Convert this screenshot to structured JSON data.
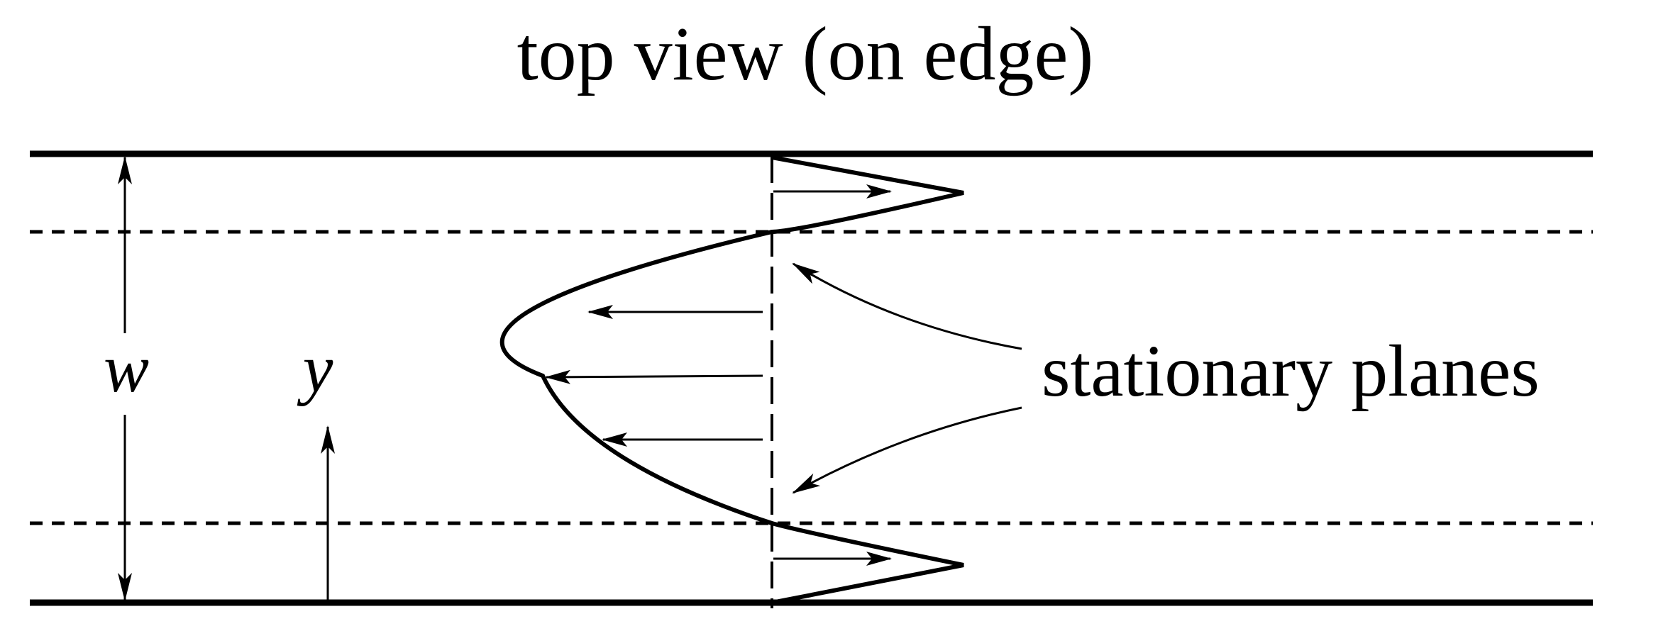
{
  "title": "top view (on edge)",
  "labels": {
    "width": "w",
    "position": "y",
    "stationary_planes": "stationary planes"
  },
  "colors": {
    "ink": "#000000",
    "background": "#ffffff"
  }
}
